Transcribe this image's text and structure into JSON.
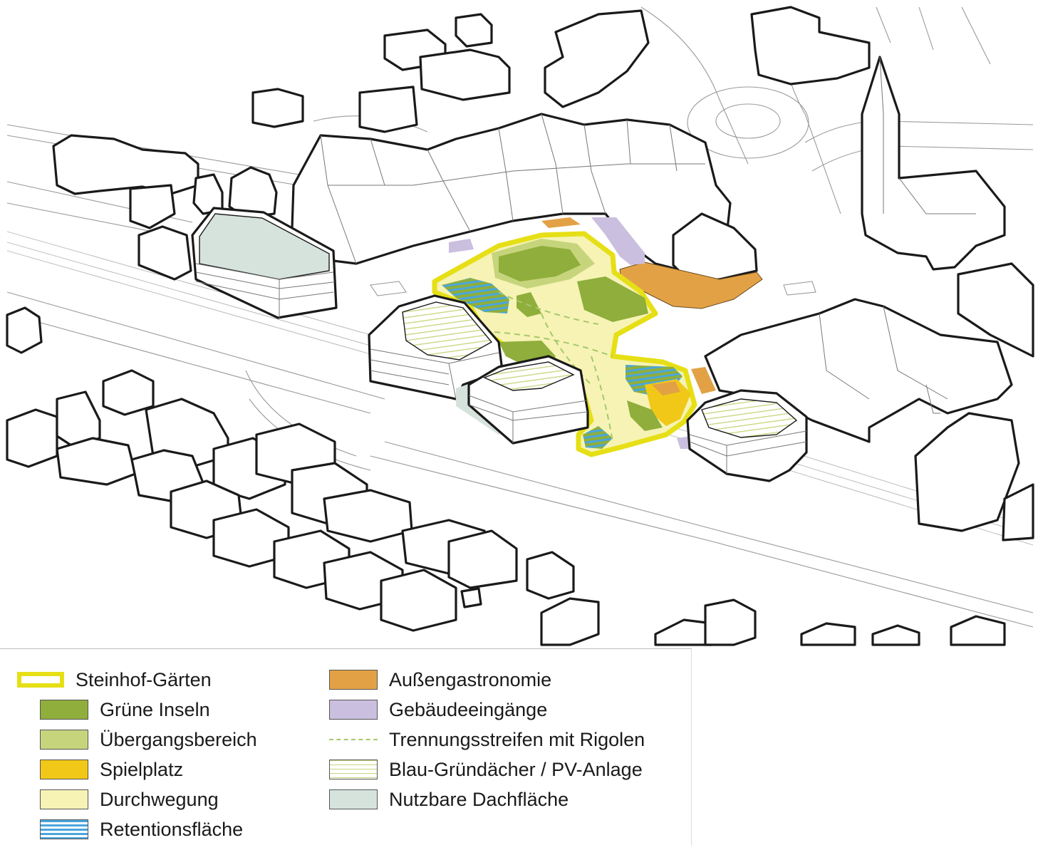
{
  "legend": {
    "left": [
      {
        "label": "Steinhof-Gärten",
        "kind": "outline",
        "color": "#e6df16",
        "icon": "outline-swatch-icon"
      },
      {
        "label": "Grüne Inseln",
        "kind": "fill",
        "color": "#8fae3b",
        "icon": "green-swatch-icon"
      },
      {
        "label": "Übergangsbereich",
        "kind": "fill",
        "color": "#c6d57c",
        "icon": "light-green-swatch-icon"
      },
      {
        "label": "Spielplatz",
        "kind": "fill",
        "color": "#f1c818",
        "icon": "yellow-swatch-icon"
      },
      {
        "label": "Durchwegung",
        "kind": "fill",
        "color": "#f6f3b5",
        "icon": "pale-yellow-swatch-icon"
      },
      {
        "label": "Retentionsfläche",
        "kind": "stripes-blue",
        "color": "#4aa6dc",
        "icon": "blue-stripes-swatch-icon"
      }
    ],
    "right": [
      {
        "label": "Außengastronomie",
        "kind": "fill",
        "color": "#e3a146",
        "icon": "orange-swatch-icon"
      },
      {
        "label": "Gebäudeeingänge",
        "kind": "fill",
        "color": "#cbbfe0",
        "icon": "lavender-swatch-icon"
      },
      {
        "label": "Trennungsstreifen mit Rigolen",
        "kind": "dash",
        "color": "#a6c86a",
        "icon": "dashed-line-icon"
      },
      {
        "label": "Blau-Gründächer / PV-Anlage",
        "kind": "stripes-green",
        "color": "#c6d57c",
        "icon": "green-stripes-swatch-icon"
      },
      {
        "label": "Nutzbare Dachfläche",
        "kind": "fill",
        "color": "#d6e3dc",
        "icon": "grey-green-swatch-icon"
      }
    ]
  },
  "colors": {
    "outline": "#e6df16",
    "green": "#8fae3b",
    "transition": "#c6d57c",
    "play": "#f1c818",
    "path": "#f6f3b5",
    "retention": "#4aa6dc",
    "gastro": "#e3a146",
    "entrance": "#cbbfe0",
    "roof": "#d6e3dc",
    "building_stroke": "#1a1a1a"
  }
}
